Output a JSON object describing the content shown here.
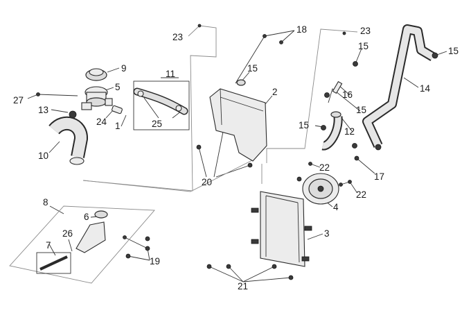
{
  "callouts": [
    {
      "id": "c1",
      "text": "1"
    },
    {
      "id": "c2",
      "text": "2"
    },
    {
      "id": "c3",
      "text": "3"
    },
    {
      "id": "c4",
      "text": "4"
    },
    {
      "id": "c5",
      "text": "5"
    },
    {
      "id": "c6",
      "text": "6"
    },
    {
      "id": "c7",
      "text": "7"
    },
    {
      "id": "c8",
      "text": "8"
    },
    {
      "id": "c9",
      "text": "9"
    },
    {
      "id": "c10",
      "text": "10"
    },
    {
      "id": "c11",
      "text": "11"
    },
    {
      "id": "c12",
      "text": "12"
    },
    {
      "id": "c13",
      "text": "13"
    },
    {
      "id": "c14",
      "text": "14"
    },
    {
      "id": "c15a",
      "text": "15"
    },
    {
      "id": "c15b",
      "text": "15"
    },
    {
      "id": "c15c",
      "text": "15"
    },
    {
      "id": "c15d",
      "text": "15"
    },
    {
      "id": "c15e",
      "text": "15"
    },
    {
      "id": "c16",
      "text": "16"
    },
    {
      "id": "c17",
      "text": "17"
    },
    {
      "id": "c18",
      "text": "18"
    },
    {
      "id": "c19",
      "text": "19"
    },
    {
      "id": "c20",
      "text": "20"
    },
    {
      "id": "c21",
      "text": "21"
    },
    {
      "id": "c22a",
      "text": "22"
    },
    {
      "id": "c22b",
      "text": "22"
    },
    {
      "id": "c23a",
      "text": "23"
    },
    {
      "id": "c23b",
      "text": "23"
    },
    {
      "id": "c24",
      "text": "24"
    },
    {
      "id": "c25",
      "text": "25"
    },
    {
      "id": "c26",
      "text": "26"
    },
    {
      "id": "c27",
      "text": "27"
    }
  ]
}
